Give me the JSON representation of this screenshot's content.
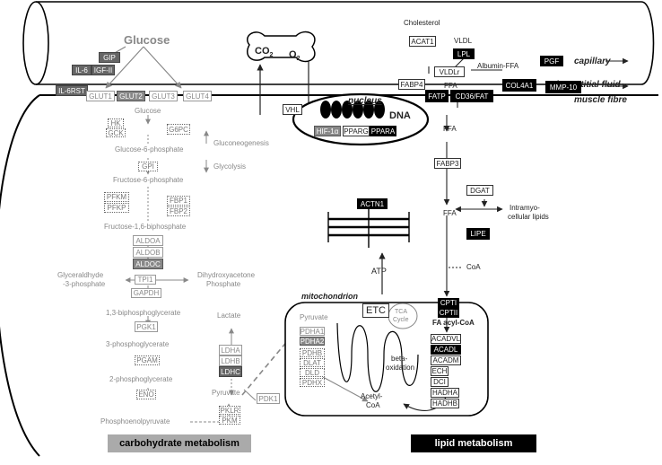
{
  "top": {
    "glucose": "Glucose",
    "gip": "GIP",
    "il6": "IL-6",
    "igf2": "IGF-II",
    "il6rst": "IL-6RST",
    "co2": "CO",
    "co2_sub": "2",
    "o2": "O",
    "o2_sub": "2",
    "cholesterol": "Cholesterol",
    "acat1": "ACAT1",
    "vldl": "VLDL",
    "lpl": "LPL",
    "vldlr": "VLDLr",
    "albumin_ffa": "Albumin-FFA",
    "ffa": "FFA",
    "pgf": "PGF",
    "capillary": "capillary",
    "interstitial_fluid": "interstitial fluid",
    "muscle_fibre": "muscle fibre"
  },
  "membrane": {
    "glut1": "GLUT1",
    "glut2": "GLUT2",
    "glut3": "GLUT3",
    "glut4": "GLUT4",
    "fabp4": "FABP4",
    "fatp": "FATP",
    "cd36": "CD36/FAT",
    "col4a1": "COL4A1",
    "mmp10": "MMP-10"
  },
  "nucleus": {
    "label": "nucleus",
    "dna": "DNA",
    "vhl": "VHL",
    "hif1a": "HIF-1α",
    "pparg": "PPARG",
    "ppara": "PPARA"
  },
  "carb": {
    "glucose": "Glucose",
    "hk": "HK",
    "gck": "GCK",
    "g6pc": "G6PC",
    "g6p": "Glucose-6-phosphate",
    "gluconeogenesis": "Gluconeogenesis",
    "glycolysis": "Glycolysis",
    "gpi": "GPI",
    "f6p": "Fructose-6-phosphate",
    "pfkm": "PFKM",
    "pfkp": "PFKP",
    "fbp1": "FBP1",
    "fbp2": "FBP2",
    "f16bp": "Fructose-1,6-biphosphate",
    "aldoa": "ALDOA",
    "aldob": "ALDOB",
    "aldoc": "ALDOC",
    "g3p_1": "Glyceraldhyde",
    "g3p_2": "-3-phosphate",
    "dhap_1": "Dihydroxyacetone",
    "dhap_2": "Phosphate",
    "tpi1": "TPI1",
    "gapdh": "GAPDH",
    "bpg13": "1,3-biphosphoglycerate",
    "pgk1": "PGK1",
    "pg3": "3-phosphoglycerate",
    "pgam": "PGAM",
    "pg2": "2-phosphoglycerate",
    "eno": "ENO",
    "pep": "Phosphoenolpyruvate",
    "pklr": "PKLR",
    "pkm": "PKM",
    "lactate": "Lactate",
    "ldha": "LDHA",
    "ldhb": "LDHB",
    "ldhc": "LDHC",
    "pyruvate": "Pyruvate",
    "pdk1": "PDK1",
    "section_label": "carbohydrate metabolism"
  },
  "mito": {
    "actn1": "ACTN1",
    "atp": "ATP",
    "label": "mitochondrion",
    "pyruvate": "Pyruvate",
    "pdha1": "PDHA1",
    "pdha2": "PDHA2",
    "pdhb": "PDHB",
    "dlat": "DLAT",
    "dld": "DLD",
    "pdhx": "PDHX",
    "etc": "ETC",
    "tca_1": "TCA",
    "tca_2": "Cycle",
    "beta_1": "beta-",
    "beta_2": "oxidation",
    "acetyl_1": "Acetyl-",
    "acetyl_2": "CoA"
  },
  "lipid": {
    "ffa1": "FFA",
    "fabp3": "FABP3",
    "dgat": "DGAT",
    "ffa2": "FFA",
    "intra_1": "Intramyo-",
    "intra_2": "cellular lipids",
    "lipe": "LIPE",
    "coa": "CoA",
    "cpt1": "CPTI",
    "cpt2": "CPTII",
    "fa_acyl": "FA acyl-CoA",
    "acadvl": "ACADVL",
    "acadl": "ACADL",
    "acadm": "ACADM",
    "ech": "ECH",
    "dci": "DCI",
    "hadha": "HADHA",
    "hadhb": "HADHB",
    "section_label": "lipid metabolism"
  }
}
